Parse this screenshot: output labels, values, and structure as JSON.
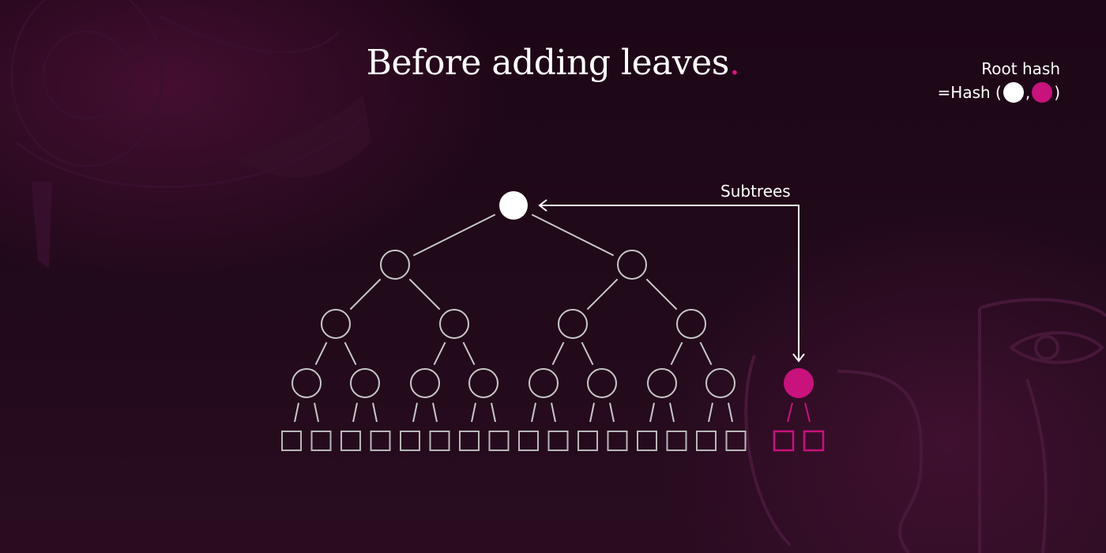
{
  "title": {
    "text": "Before adding leaves",
    "dot": "."
  },
  "legend": {
    "line1": "Root hash",
    "prefix": "=Hash (",
    "comma": ",",
    "suffix": ")"
  },
  "annotation": {
    "label": "Subtrees"
  },
  "colors": {
    "background": "#1b0714",
    "accent": "#d6177f",
    "leaf_stroke": "#b8b8b8",
    "node_stroke": "#c7c7c7",
    "pink_node": "#c8127c",
    "white_node": "#ffffff"
  },
  "tree": {
    "main_leaf_count": 16,
    "extra_leaf_count": 2,
    "main_depth": 4
  }
}
